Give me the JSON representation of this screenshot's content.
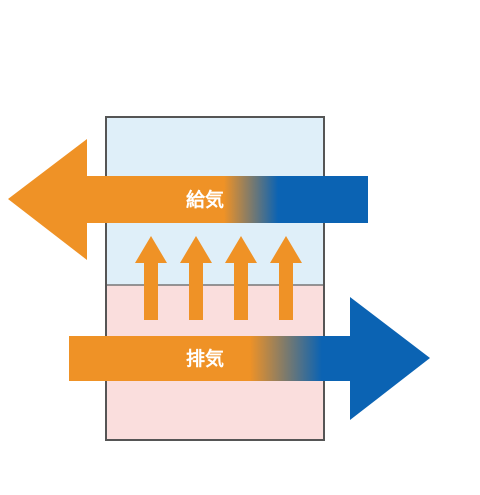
{
  "labels": {
    "supply_air": "給気",
    "exhaust_air": "排気"
  },
  "icons": {
    "supply": "left-arrow-icon",
    "exhaust": "right-arrow-icon",
    "heat_transfer": "up-arrow-icon"
  },
  "colors": {
    "warm": "#ef9226",
    "cool": "#0b63b3",
    "upper_zone": "#dfeff9",
    "lower_zone": "#fadedd",
    "frame": "#555555"
  },
  "heat_transfer_arrow_count": 4
}
